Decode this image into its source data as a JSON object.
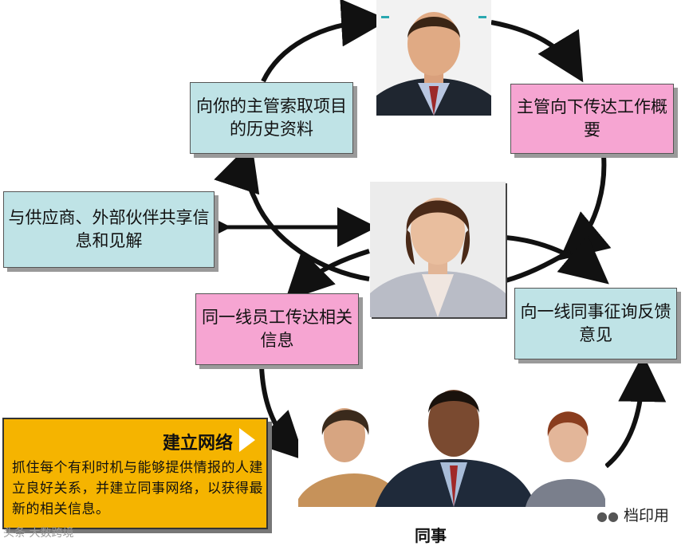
{
  "boxes": {
    "top_left": "向你的主管索取项目的历史资料",
    "top_right": "主管向下传达工作概要",
    "mid_left": "与供应商、外部伙伴共享信息和见解",
    "low_left": "同一线员工传达相关信息",
    "low_right": "向一线同事征询反馈意见"
  },
  "note": {
    "title": "建立网络",
    "body": "抓住每个有利时机与能够提供情报的人建立良好关系，并建立同事网络，以获得最新的相关信息。"
  },
  "group_label": "同事",
  "watermark_right": "档印用",
  "watermark_left": "头条 大数跨境",
  "colors": {
    "blue_box": "#bfe3e6",
    "pink_box": "#f6a5d2",
    "note_bg": "#f5b400",
    "arrow": "#111111"
  },
  "icons": [
    "manager-photo",
    "self-photo",
    "colleagues-photo",
    "wechat-icon",
    "note-triangle-icon"
  ]
}
